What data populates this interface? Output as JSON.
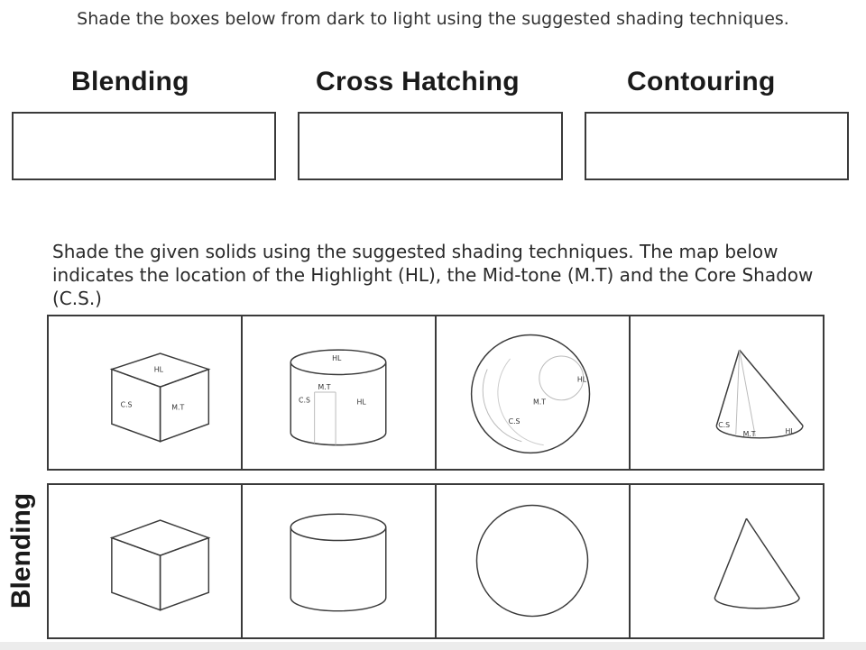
{
  "instructions": {
    "boxes": "Shade the boxes below from dark to light using the suggested shading techniques.",
    "solids": "Shade the given solids using the suggested shading techniques. The map below indicates the location of the Highlight (HL), the Mid-tone (M.T) and the Core Shadow (C.S.)"
  },
  "techniques": [
    "Blending",
    "Cross Hatching",
    "Contouring"
  ],
  "map_labels": {
    "highlight": "HL",
    "midtone": "M.T",
    "core_shadow": "C.S"
  },
  "rows": [
    {
      "label": ""
    },
    {
      "label": "Blending"
    }
  ],
  "colors": {
    "line": "#3a3a3a",
    "faint": "#bbbbbb"
  }
}
